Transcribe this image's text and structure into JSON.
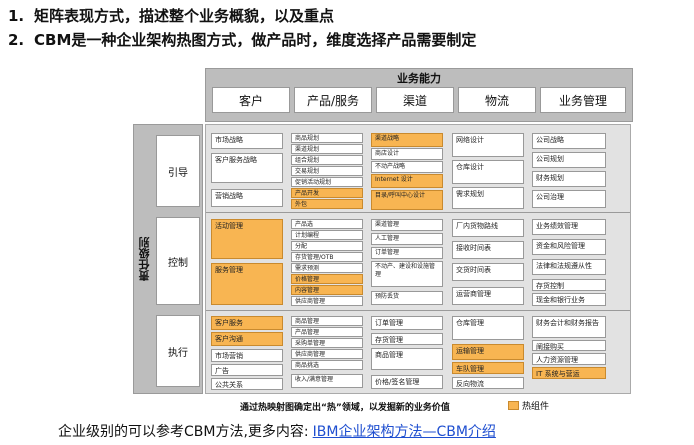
{
  "intro": [
    {
      "num": "1.",
      "text": "矩阵表现方式，描述整个业务概貌，以及重点"
    },
    {
      "num": "2.",
      "text": "CBM是一种企业架构热图方式，做产品时，维度选择产品需要制定"
    }
  ],
  "capability": {
    "title": "业务能力",
    "columns": [
      "客户",
      "产品/服务",
      "渠道",
      "物流",
      "业务管理"
    ]
  },
  "level": {
    "title": "责任级别",
    "rows": [
      "引导",
      "控制",
      "执行"
    ]
  },
  "cells": {
    "r1c1": [
      {
        "text": "市场战略",
        "hot": false
      },
      {
        "text": "客户服务战略",
        "hot": false
      },
      {
        "text": "营销战略",
        "hot": false
      }
    ],
    "r1c2": [
      {
        "text": "商品规划",
        "hot": false
      },
      {
        "text": "渠道规划",
        "hot": false
      },
      {
        "text": "组合规划",
        "hot": false
      },
      {
        "text": "交易规划",
        "hot": false
      },
      {
        "text": "促销活动规划",
        "hot": false
      },
      {
        "text": "产品开发",
        "hot": true
      },
      {
        "text": "外包",
        "hot": true
      }
    ],
    "r1c3": [
      {
        "text": "渠道战略",
        "hot": true
      },
      {
        "text": "商店设计",
        "hot": false
      },
      {
        "text": "不动产战略",
        "hot": false
      },
      {
        "text": "Internet 设计",
        "hot": true
      },
      {
        "text": "目录/呼叫中心设计",
        "hot": true
      }
    ],
    "r1c4": [
      {
        "text": "网络设计",
        "hot": false
      },
      {
        "text": "仓库设计",
        "hot": false
      },
      {
        "text": "需求规划",
        "hot": false
      }
    ],
    "r1c5": [
      {
        "text": "公司战略",
        "hot": false
      },
      {
        "text": "公司规划",
        "hot": false
      },
      {
        "text": "财务规划",
        "hot": false
      },
      {
        "text": "公司治理",
        "hot": false
      }
    ],
    "r2c1": [
      {
        "text": "活动管理",
        "hot": true
      },
      {
        "text": "服务管理",
        "hot": true
      }
    ],
    "r2c2": [
      {
        "text": "产品选",
        "hot": false
      },
      {
        "text": "计划编程",
        "hot": false
      },
      {
        "text": "分配",
        "hot": false
      },
      {
        "text": "存货管理/OTB",
        "hot": false
      },
      {
        "text": "需求预测",
        "hot": false
      },
      {
        "text": "价格管理",
        "hot": true
      },
      {
        "text": "内容管理",
        "hot": true
      },
      {
        "text": "供应商管理",
        "hot": false
      }
    ],
    "r2c3": [
      {
        "text": "渠道管理",
        "hot": false
      },
      {
        "text": "人工管理",
        "hot": false
      },
      {
        "text": "订单管理",
        "hot": false
      },
      {
        "text": "不动产、建设和设施管理",
        "hot": false
      },
      {
        "text": "预防丢货",
        "hot": false
      }
    ],
    "r2c4": [
      {
        "text": "厂内货物路线",
        "hot": false
      },
      {
        "text": "接收时间表",
        "hot": false
      },
      {
        "text": "交货时间表",
        "hot": false
      },
      {
        "text": "运营商管理",
        "hot": false
      }
    ],
    "r2c5": [
      {
        "text": "业务绩效管理",
        "hot": false
      },
      {
        "text": "资金和风险管理",
        "hot": false
      },
      {
        "text": "法律和法规遵从性",
        "hot": false
      },
      {
        "text": "存货控制",
        "hot": false
      },
      {
        "text": "现金和银行业务",
        "hot": false
      }
    ],
    "r3c1": [
      {
        "text": "客户服务",
        "hot": true
      },
      {
        "text": "客户沟通",
        "hot": true
      },
      {
        "text": "市场营销",
        "hot": false
      },
      {
        "text": "广告",
        "hot": false
      },
      {
        "text": "公共关系",
        "hot": false
      }
    ],
    "r3c2": [
      {
        "text": "商品管理",
        "hot": false
      },
      {
        "text": "产品管理",
        "hot": false
      },
      {
        "text": "采购单管理",
        "hot": false
      },
      {
        "text": "供应商管理",
        "hot": false
      },
      {
        "text": "商品挑选",
        "hot": false
      },
      {
        "text": "收入/满意管理",
        "hot": false
      }
    ],
    "r3c3": [
      {
        "text": "订单管理",
        "hot": false
      },
      {
        "text": "存货管理",
        "hot": false
      },
      {
        "text": "商品管理",
        "hot": false
      },
      {
        "text": "价格/签名管理",
        "hot": false
      }
    ],
    "r3c4": [
      {
        "text": "仓库管理",
        "hot": false
      },
      {
        "text": "运输管理",
        "hot": true
      },
      {
        "text": "车队管理",
        "hot": true
      },
      {
        "text": "反向物流",
        "hot": false
      }
    ],
    "r3c5": [
      {
        "text": "财务会计和财务报告",
        "hot": false
      },
      {
        "text": "阐接购买",
        "hot": false
      },
      {
        "text": "人力资源管理",
        "hot": false
      },
      {
        "text": "IT 系统与营运",
        "hot": true
      }
    ]
  },
  "caption": "通过热映射图确定出“热”领域，以发掘新的业务价值",
  "legend": "热组件",
  "footer": {
    "text": "企业级别的可以参考CBM方法,更多内容:",
    "link": "IBM企业架构方法—CBM介绍"
  },
  "colors": {
    "hot": "#f8b552",
    "panel": "#bdbdbd",
    "grid": "#e2e2e2",
    "link": "#1f4fd0"
  }
}
